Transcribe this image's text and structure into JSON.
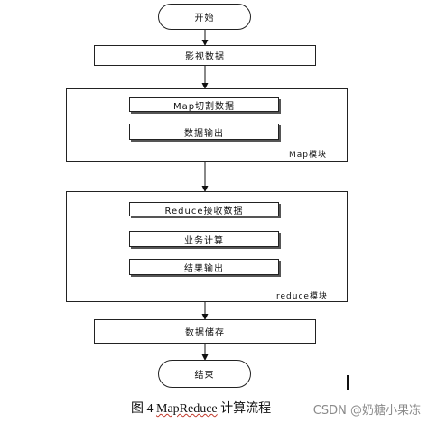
{
  "diagram": {
    "nodes": {
      "start": "开始",
      "video_data": "影视数据",
      "map_split": "Map切割数据",
      "data_output": "数据输出",
      "map_module": "Map模块",
      "reduce_receive": "Reduce接收数据",
      "business_calc": "业务计算",
      "result_output": "结果输出",
      "reduce_module": "reduce模块",
      "data_storage": "数据储存",
      "end": "结束"
    },
    "caption_prefix": "图 4 ",
    "caption_word": "MapReduce",
    "caption_suffix": " 计算流程"
  },
  "watermark": "CSDN @奶糖小果冻"
}
